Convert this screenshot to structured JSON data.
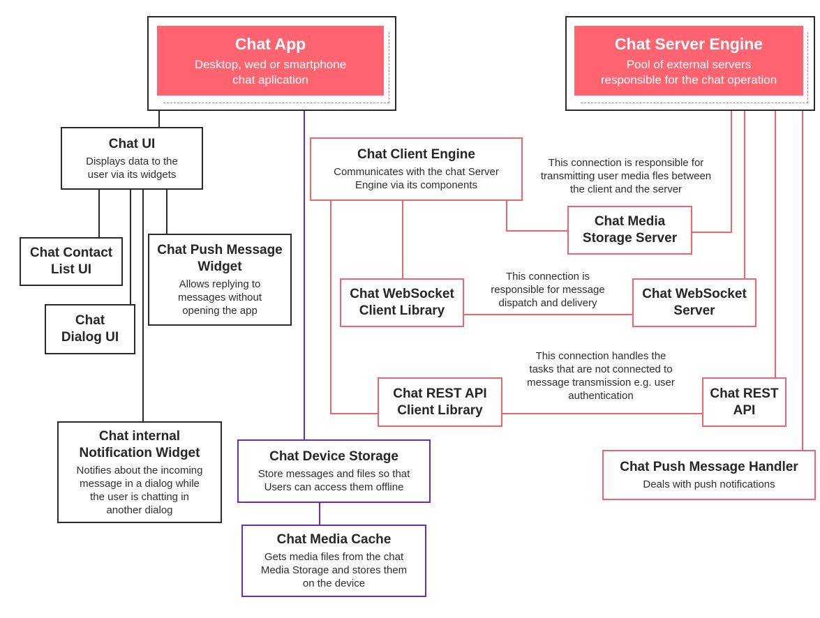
{
  "colors": {
    "black_line": "#2a2a2a",
    "red_line": "#f0646e",
    "purple_line": "#6a2bbf",
    "accent_fill": "#ff6470"
  },
  "chat_app": {
    "title": "Chat App",
    "desc": "Desktop, wed or smartphone\nchat aplication"
  },
  "server_engine": {
    "title": "Chat Server Engine",
    "desc": "Pool of external servers\nresponsible for the chat operation"
  },
  "chat_ui": {
    "title": "Chat UI",
    "desc": "Displays data to the\nuser via its widgets"
  },
  "contact_list": {
    "title": "Chat Contact\nList UI"
  },
  "dialog_ui": {
    "title": "Chat\nDialog UI"
  },
  "push_widget": {
    "title": "Chat Push Message\nWidget",
    "desc": "Allows replying to\nmessages without\nopening the app"
  },
  "notification_widget": {
    "title": "Chat internal\nNotification Widget",
    "desc": "Notifies about the incoming\nmessage in a dialog while\nthe user is chatting in\nanother dialog"
  },
  "device_storage": {
    "title": "Chat Device Storage",
    "desc": "Store messages and files so that\nUsers can access them offline"
  },
  "media_cache": {
    "title": "Chat Media Cache",
    "desc": "Gets media files from the chat\nMedia Storage and stores them\non the device"
  },
  "client_engine": {
    "title": "Chat Client Engine",
    "desc": "Communicates with the chat Server\nEngine via its components"
  },
  "media_storage": {
    "title": "Chat Media\nStorage Server"
  },
  "ws_client": {
    "title": "Chat WebSocket\nClient Library"
  },
  "ws_server": {
    "title": "Chat WebSocket\nServer"
  },
  "rest_client": {
    "title": "Chat REST API\nClient Library"
  },
  "rest_api": {
    "title": "Chat REST\nAPI"
  },
  "push_handler": {
    "title": "Chat Push Message Handler",
    "desc": "Deals with push notifications"
  },
  "notes": {
    "media": "This connection is responsible for\ntransmitting user media fles between\nthe client and the server",
    "websocket": "This connection is\nresponsible for message\ndispatch and delivery",
    "rest": "This connection handles the\ntasks that are not connected to\nmessage transmission e.g. user\nauthentication"
  }
}
